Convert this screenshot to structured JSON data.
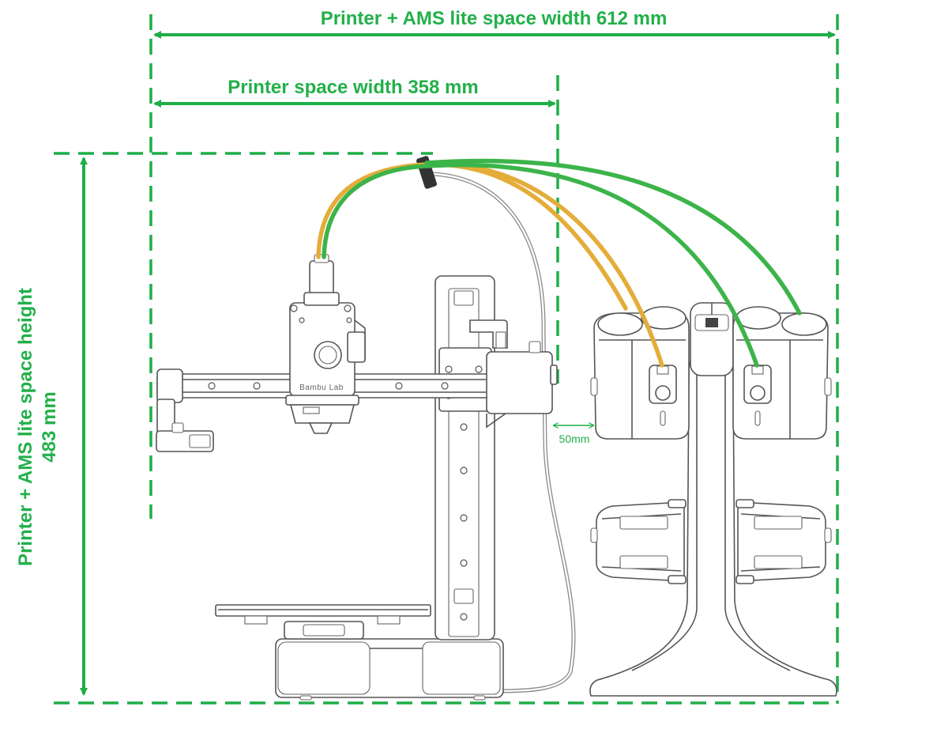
{
  "labels": {
    "total_width": "Printer + AMS lite space width 612 mm",
    "printer_width": "Printer space width 358 mm",
    "height_line1": "Printer + AMS lite space height",
    "height_line2": "483 mm",
    "gap": "50mm",
    "brand": "Bambu Lab"
  },
  "colors": {
    "dimension_green": "#22b04a",
    "tube_yellow": "#e4ad3a",
    "tube_green": "#3cb44a",
    "outline": "#555555"
  }
}
